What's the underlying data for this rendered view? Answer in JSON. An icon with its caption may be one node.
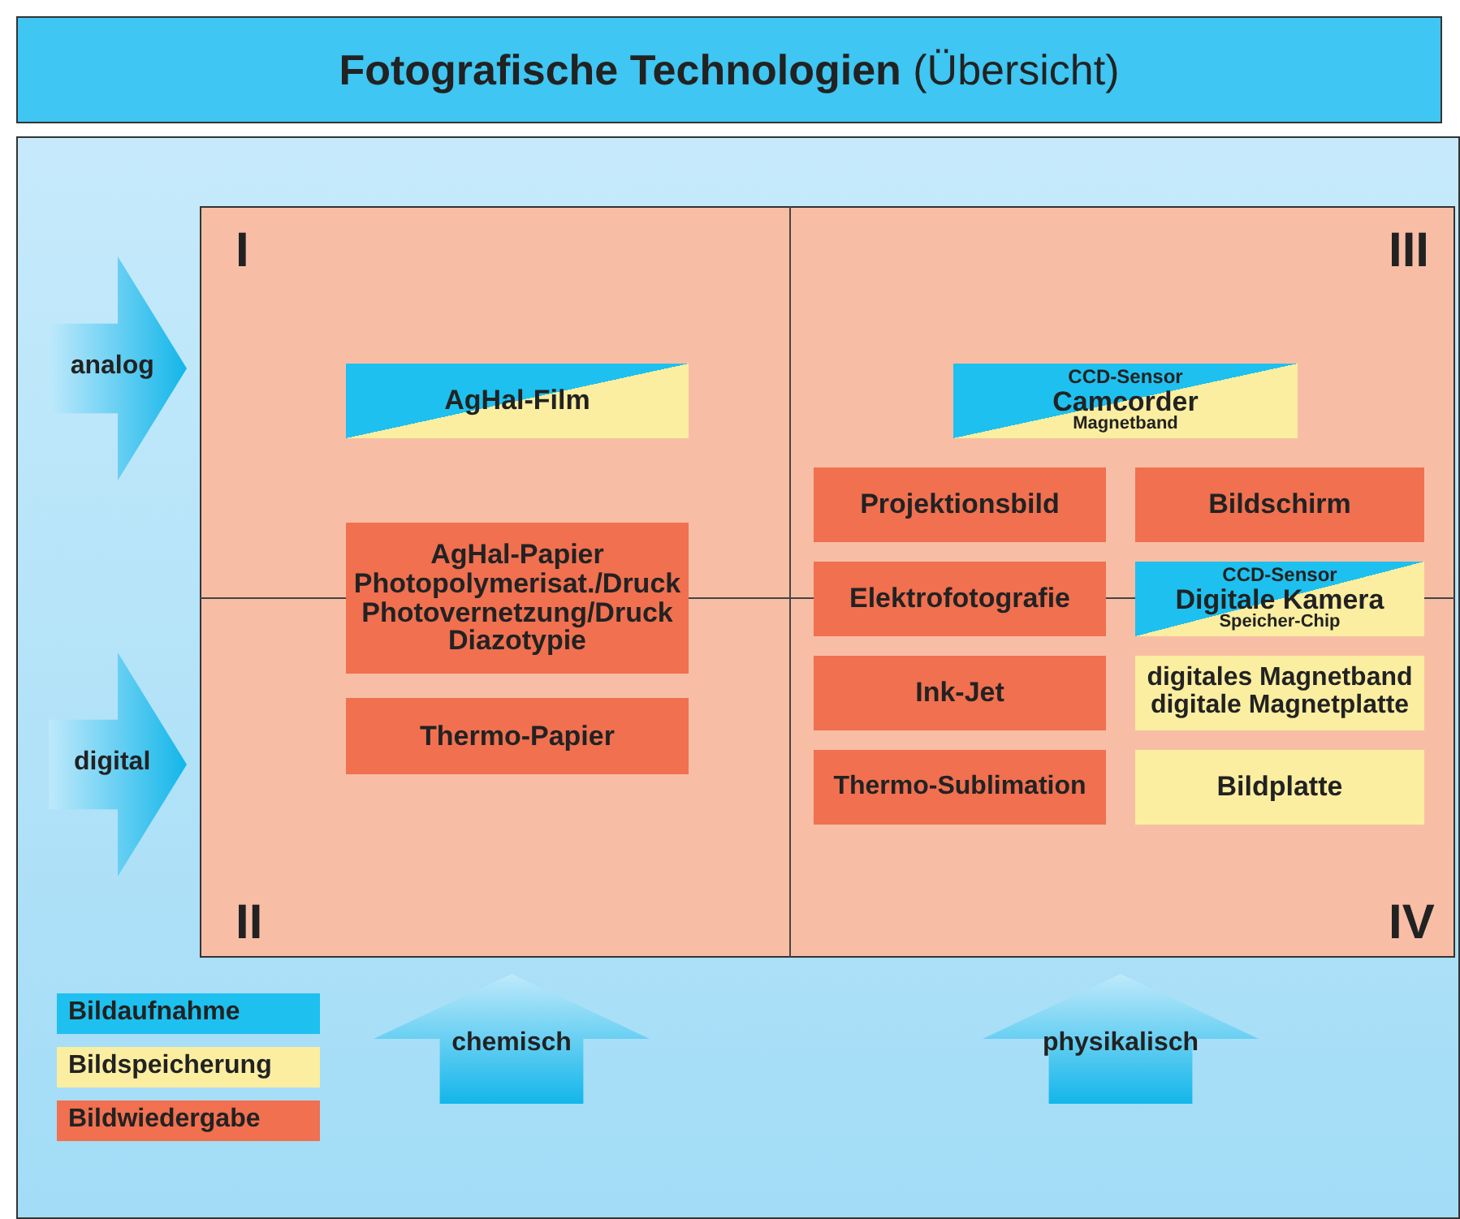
{
  "diagram": {
    "title": "**Fotografische Technologien** (Übersicht)",
    "nodes": [
      {
        "text": [
          "analog"
        ]
      },
      {
        "text": [
          "digital"
        ]
      },
      {
        "text": [
          "AgHal-Film"
        ]
      },
      {
        "text": [
          "AgHal-Papier",
          "Photopolymerisat./Druck",
          "Photovernetzung/Druck",
          "Diazotypie"
        ]
      },
      {
        "text": [
          "Thermo-Papier"
        ]
      },
      {
        "text": [
          "CCD-Sensor",
          "Camcorder",
          "Magnetband"
        ]
      },
      {
        "text": [
          "Projektionsbild"
        ]
      },
      {
        "text": [
          "Bildschirm"
        ]
      },
      {
        "text": [
          "Elektrofotografie"
        ]
      },
      {
        "text": [
          "CCD-Sensor",
          "Digitale Kamera",
          "Speicher-Chip"
        ]
      },
      {
        "text": [
          "Ink-Jet"
        ]
      },
      {
        "text": [
          "digitales Magnetband",
          "digitale Magnetplatte"
        ]
      },
      {
        "text": [
          "Thermo-Sublimation"
        ]
      },
      {
        "text": [
          "Bildplatte"
        ]
      },
      {
        "text": [
          "chemisch"
        ]
      },
      {
        "text": [
          "physikalisch"
        ]
      }
    ],
    "edges": [],
    "labels": [
      "I",
      "III",
      "II",
      "IV"
    ],
    "legend": [
      {
        "text": "Bildaufnahme",
        "color": "#1ec0ef"
      },
      {
        "text": "Bildspeicherung",
        "color": "#fbeea0"
      },
      {
        "text": "Bildwiedergabe",
        "color": "#f07050"
      }
    ]
  }
}
